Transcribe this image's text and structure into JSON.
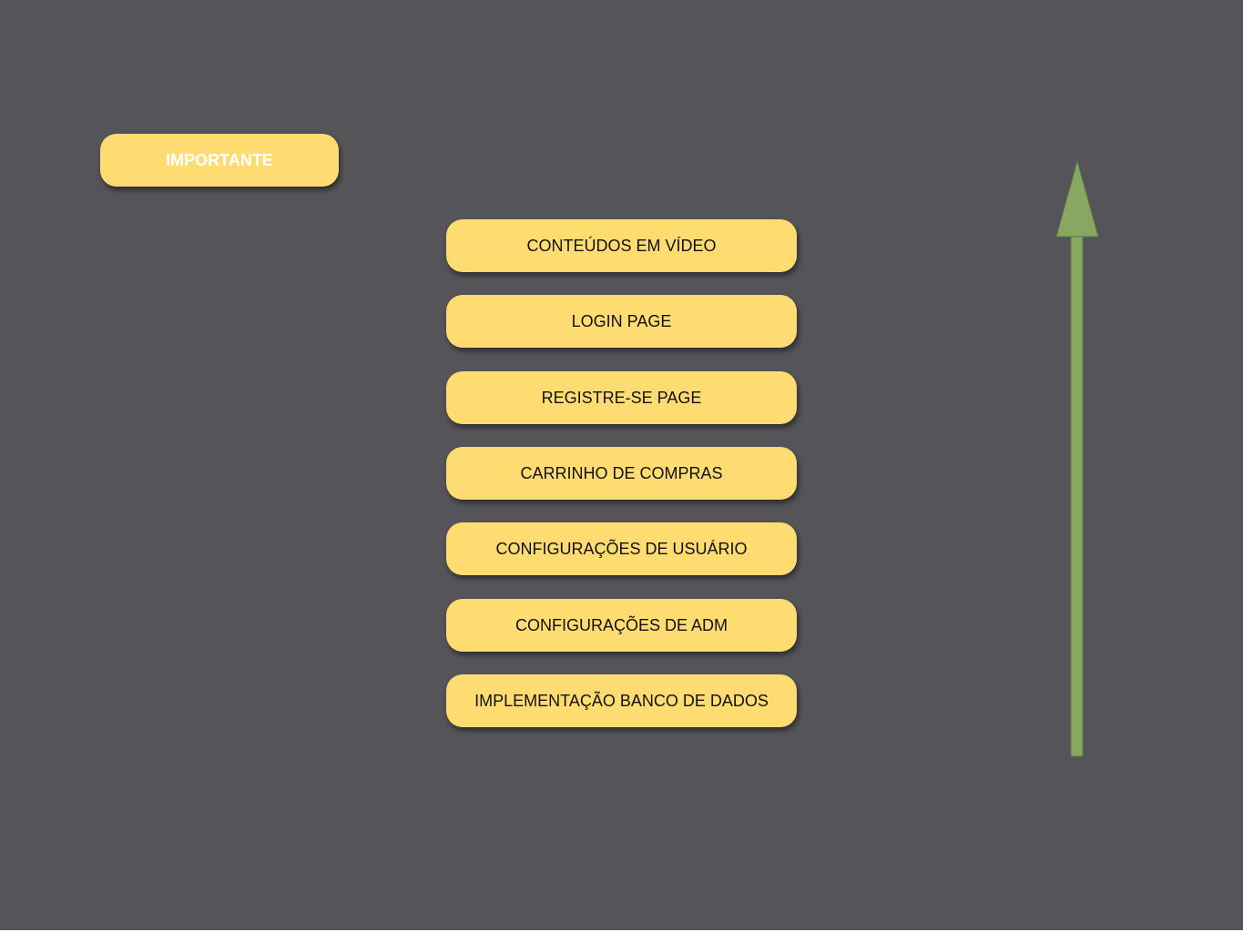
{
  "header": {
    "label": "IMPORTANTE"
  },
  "items": [
    {
      "label": "CONTEÚDOS EM VÍDEO"
    },
    {
      "label": "LOGIN PAGE"
    },
    {
      "label": "REGISTRE-SE PAGE"
    },
    {
      "label": "CARRINHO DE COMPRAS"
    },
    {
      "label": "CONFIGURAÇÕES DE USUÁRIO"
    },
    {
      "label": "CONFIGURAÇÕES DE ADM"
    },
    {
      "label": "IMPLEMENTAÇÃO BANCO DE DADOS"
    }
  ],
  "arrow": {
    "direction": "up",
    "icon": "arrow-up-icon",
    "color": "#87a763"
  },
  "colors": {
    "background": "#545459",
    "pill": "#fedc71",
    "header_text": "#ffffff",
    "item_text": "#111111"
  }
}
